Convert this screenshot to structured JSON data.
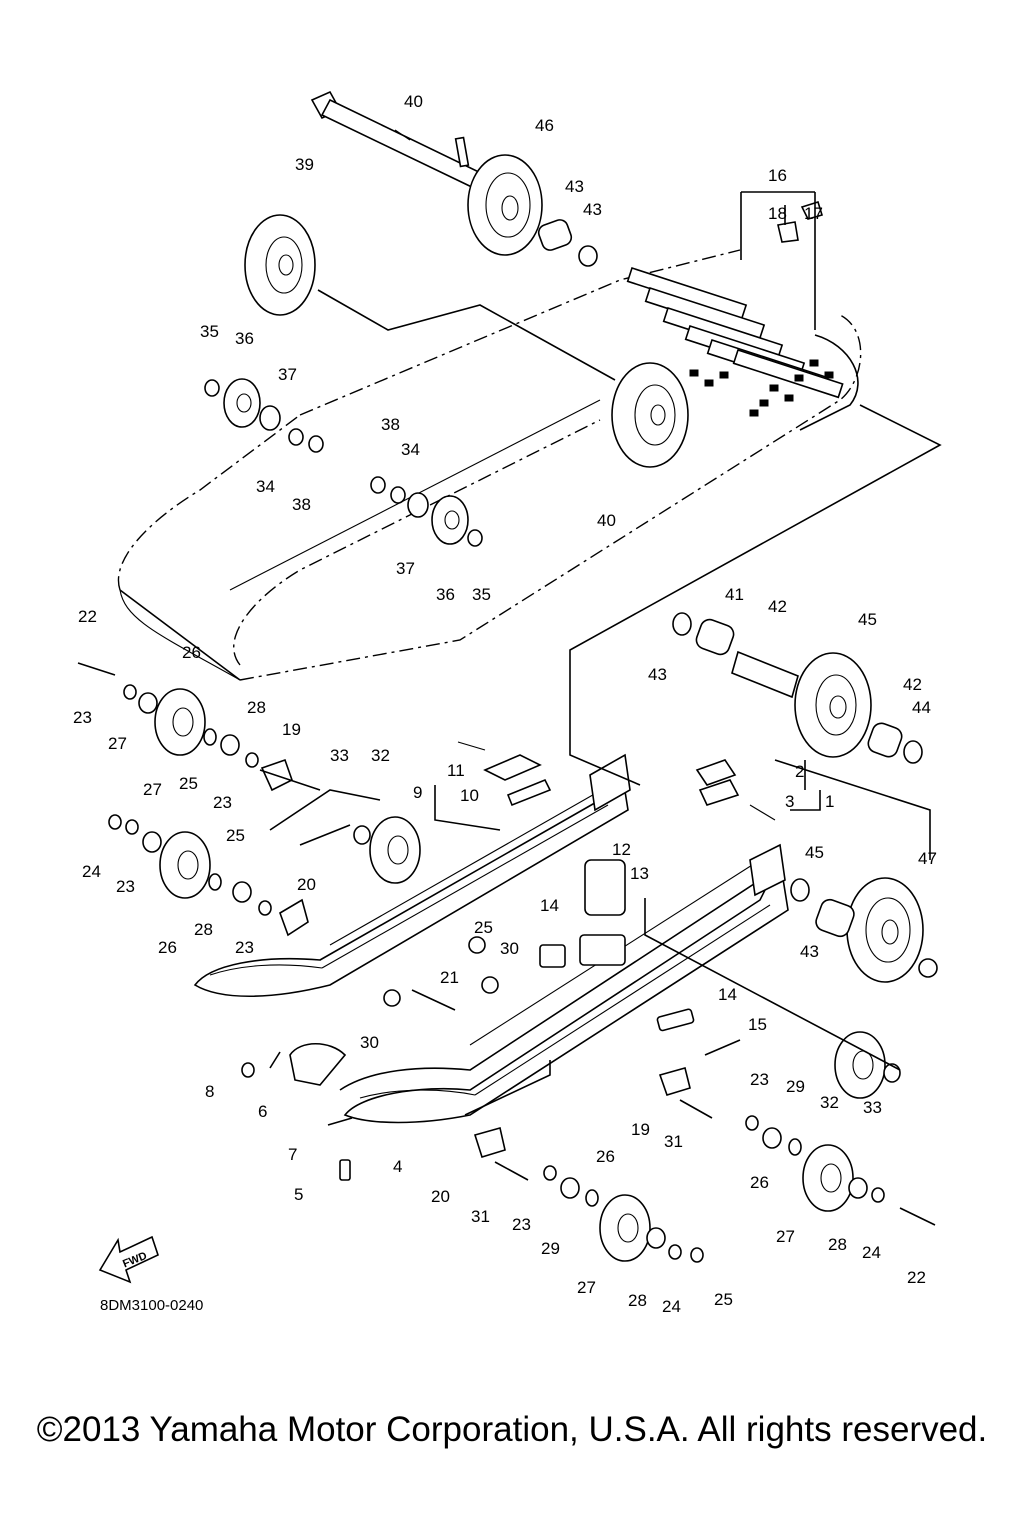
{
  "diagram": {
    "reference_code": "8DM3100-0240",
    "copyright": "©2013 Yamaha Motor Corporation, U.S.A. All rights reserved.",
    "fwd_label": "FWD",
    "labels": [
      "1",
      "2",
      "3",
      "4",
      "5",
      "6",
      "7",
      "8",
      "9",
      "10",
      "11",
      "12",
      "13",
      "14",
      "14",
      "15",
      "16",
      "17",
      "18",
      "19",
      "19",
      "20",
      "20",
      "21",
      "22",
      "22",
      "23",
      "23",
      "23",
      "23",
      "23",
      "23",
      "24",
      "24",
      "24",
      "25",
      "25",
      "25",
      "25",
      "26",
      "26",
      "26",
      "26",
      "27",
      "27",
      "27",
      "27",
      "28",
      "28",
      "28",
      "28",
      "29",
      "29",
      "30",
      "30",
      "31",
      "31",
      "32",
      "32",
      "33",
      "33",
      "34",
      "34",
      "35",
      "35",
      "36",
      "36",
      "37",
      "37",
      "38",
      "38",
      "39",
      "40",
      "40",
      "41",
      "42",
      "42",
      "43",
      "43",
      "43",
      "43",
      "44",
      "45",
      "45",
      "46",
      "47"
    ]
  }
}
